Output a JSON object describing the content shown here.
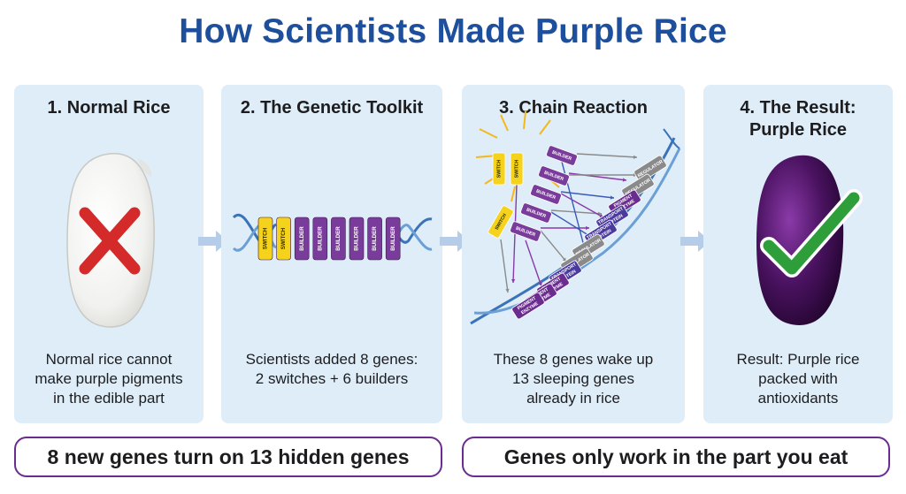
{
  "title": "How Scientists Made Purple Rice",
  "panels": [
    {
      "heading": "1. Normal Rice",
      "caption_lines": [
        "Normal rice cannot",
        "make purple pigments",
        "in the edible part"
      ]
    },
    {
      "heading": "2. The Genetic Toolkit",
      "caption_lines": [
        "Scientists added 8 genes:",
        "2 switches + 6 builders"
      ]
    },
    {
      "heading": "3. Chain Reaction",
      "caption_lines": [
        "These 8 genes wake up",
        "13 sleeping genes",
        "already in rice"
      ]
    },
    {
      "heading_lines": [
        "4. The Result:",
        "Purple Rice"
      ],
      "caption_lines": [
        "Result: Purple rice",
        "packed with",
        "antioxidants"
      ]
    }
  ],
  "toolkit_genes": [
    "SWITCH",
    "SWITCH",
    "BUILDER",
    "BUILDER",
    "BUILDER",
    "BUILDER",
    "BUILDER",
    "BUILDER"
  ],
  "chain": {
    "switches": [
      "SWITCH",
      "SWITCH",
      "SWITCH"
    ],
    "builders": [
      "BUILDER",
      "BUILDER",
      "BUILDER",
      "BUILDER",
      "BUILDER"
    ],
    "rice_genes": [
      "REGULATOR",
      "REGULATOR",
      "PIGMENT ENZYME",
      "TRANSPORT PROTEIN",
      "TRANSPORT PROTEIN",
      "REGULATOR",
      "REGULATOR",
      "TRANSPORT PROTEIN",
      "PIGMENT ENZYME",
      "PIGMENT ENZYME",
      "PIGMENT ENZYME"
    ]
  },
  "bottom": {
    "left": "8 new genes turn on 13 hidden genes",
    "right": "Genes only work in the part you eat"
  },
  "colors": {
    "title": "#1d4f9c",
    "panel_bg": "#deedf8",
    "switch": "#f5d21c",
    "builder": "#7a3c9b",
    "regulator": "#8a8a8a",
    "pigment": "#6a2c8e",
    "transport": "#4a3a9e",
    "cross": "#d42a2a",
    "check": "#2e9e3a",
    "purple_rice": "#4a1260",
    "border": "#6a2c8e"
  },
  "icons": [
    "cross-icon",
    "check-icon",
    "arrow-right-icon",
    "dna-helix-icon",
    "rice-grain-icon"
  ]
}
